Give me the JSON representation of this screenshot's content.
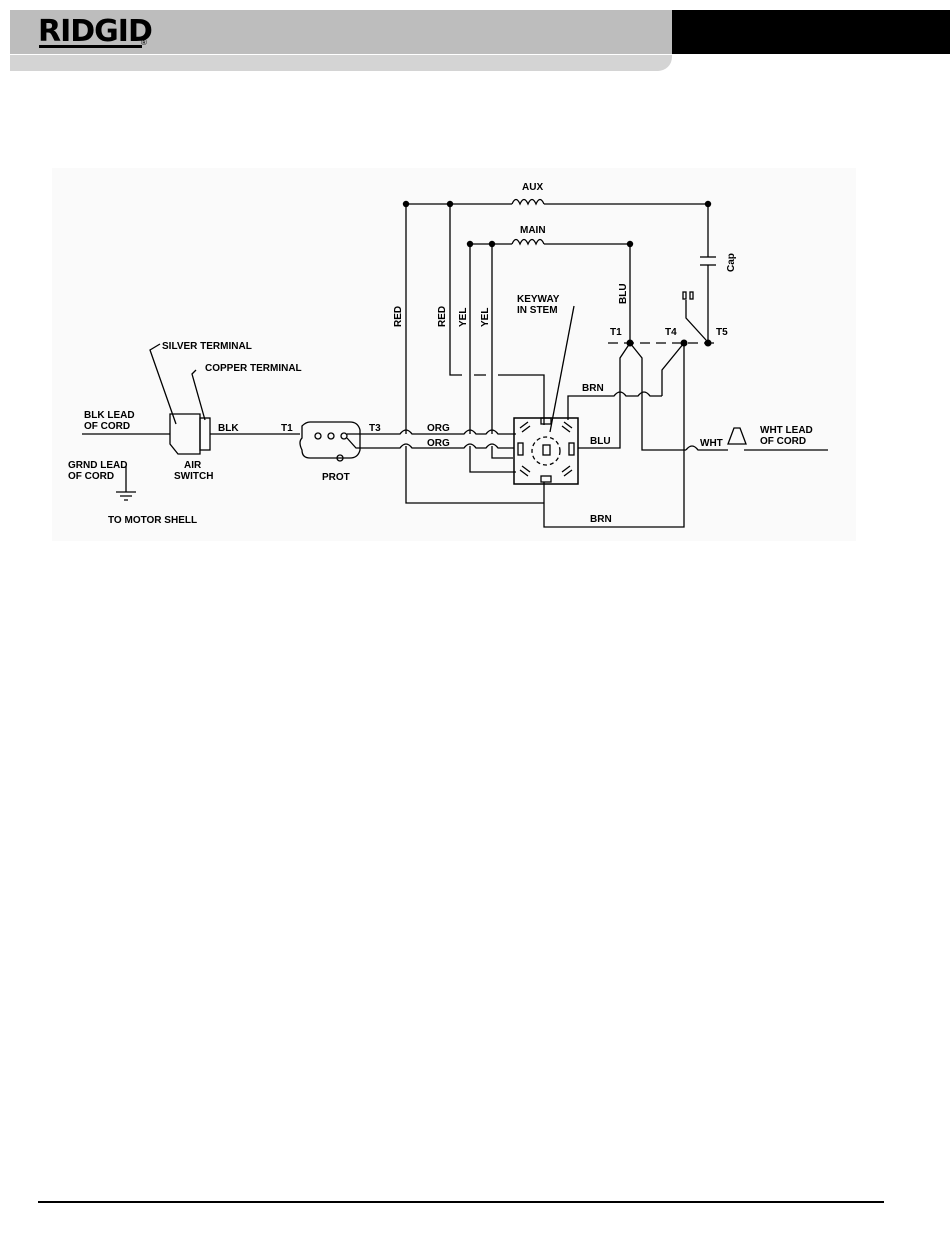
{
  "header": {
    "brand": "RIDGID",
    "trademark": "®"
  },
  "diagram": {
    "labels": {
      "aux": "AUX",
      "main": "MAIN",
      "cap": "Cap",
      "keyway_line1": "KEYWAY",
      "keyway_line2": "IN STEM",
      "silver_terminal": "SILVER TERMINAL",
      "copper_terminal": "COPPER TERMINAL",
      "blk_lead_line1": "BLK LEAD",
      "blk_lead_line2": "OF CORD",
      "grnd_lead_line1": "GRND LEAD",
      "grnd_lead_line2": "OF CORD",
      "to_motor_shell": "TO MOTOR SHELL",
      "air_switch_line1": "AIR",
      "air_switch_line2": "SWITCH",
      "blk": "BLK",
      "t1_prot": "T1",
      "t3": "T3",
      "prot": "PROT",
      "org_1": "ORG",
      "org_2": "ORG",
      "red_1": "RED",
      "red_2": "RED",
      "yel_1": "YEL",
      "yel_2": "YEL",
      "blu_vertical": "BLU",
      "blu": "BLU",
      "t1": "T1",
      "t4": "T4",
      "t5": "T5",
      "brn_top": "BRN",
      "brn_bottom": "BRN",
      "wht": "WHT",
      "wht_lead_line1": "WHT LEAD",
      "wht_lead_line2": "OF CORD"
    }
  }
}
